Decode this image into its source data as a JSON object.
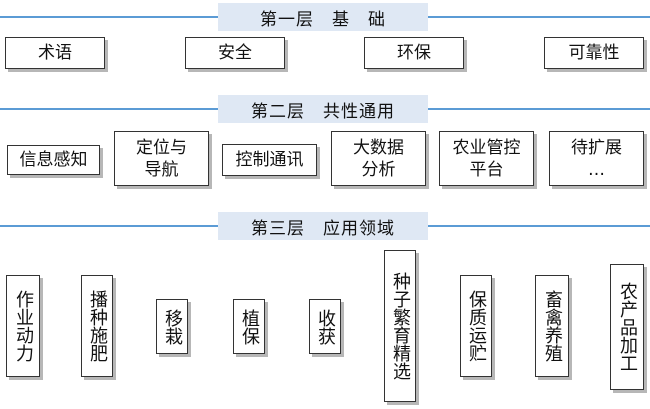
{
  "layers": [
    {
      "title": "第一层　基　础",
      "items": [
        "术语",
        "安全",
        "环保",
        "可靠性"
      ]
    },
    {
      "title": "第二层　共性通用",
      "items": [
        "信息感知",
        "定位与\n导航",
        "控制通讯",
        "大数据\n分析",
        "农业管控\n平台",
        "待扩展\n…"
      ]
    },
    {
      "title": "第三层　应用领域",
      "items": [
        "作业动力",
        "播种施肥",
        "移栽",
        "植保",
        "收获",
        "种子繁育精选",
        "保质运贮",
        "畜禽养殖",
        "农产品加工"
      ]
    }
  ],
  "colors": {
    "line": "#5b9bd5",
    "band": "#dfe8f4",
    "border": "#333333",
    "shadow": "#b7b7b7"
  }
}
